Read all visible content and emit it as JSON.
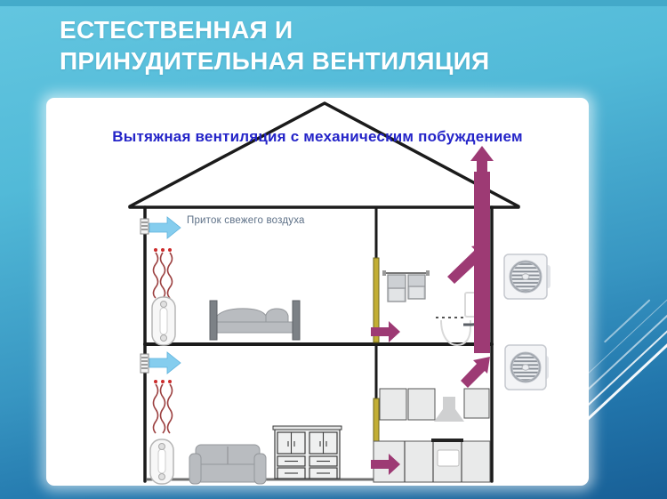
{
  "slide": {
    "title_line1": "ЕСТЕСТВЕННАЯ И",
    "title_line2": "ПРИНУДИТЕЛЬНАЯ ВЕНТИЛЯЦИЯ"
  },
  "diagram": {
    "caption": "Вытяжная вентиляция с механическим побуждением",
    "fresh_air_label": "Приток свежего воздуха",
    "elements": [
      "house-outline",
      "roof",
      "two-storey-section",
      "exhaust-duct",
      "exhaust-arrow-up-through-roof",
      "fresh-air-intake-arrow",
      "wall-vent",
      "heat-waves",
      "radiator",
      "bed",
      "towel-rail",
      "toilet",
      "yellow-riser-duct",
      "sofa",
      "dresser",
      "kitchen-wall-cabinets",
      "range-hood",
      "stove",
      "exhaust-fan-upper",
      "exhaust-fan-lower",
      "decorative-diagonal-lines"
    ]
  },
  "colors": {
    "bg_top": "#63c6e0",
    "bg_mid": "#3896c2",
    "bg_bottom": "#185f96",
    "top_strip": "#3fa6c6",
    "panel": "#ffffff",
    "title": "#ffffff",
    "caption": "#2424c8",
    "label": "#5d7087",
    "wall": "#1b1b1b",
    "duct_magenta": "#9d3a74",
    "duct_yellow": "#c2ae34",
    "duct_yellow_edge": "#6e671f",
    "arrow_blue": "#85cdee",
    "arrow_blue_edge": "#5fb3dd",
    "heat_wave": "#9c4040",
    "heat_dot": "#cc2b2b",
    "furniture": "#b9bcc0",
    "furniture_dark": "#7c8186",
    "outline": "#3c3c3c",
    "fan_body": "#f3f4f6",
    "fan_ring": "#b9bdc4",
    "toilet": "#d9d9d9"
  }
}
